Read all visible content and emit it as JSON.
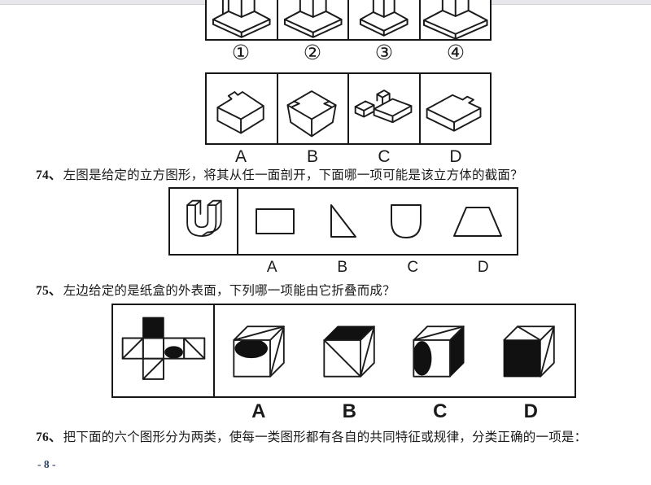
{
  "colors": {
    "ink": "#1a1a1a",
    "page_number": "#2e4468",
    "top_edge": "#e7e7eb"
  },
  "top_exercise": {
    "circled_labels": [
      "①",
      "②",
      "③",
      "④"
    ],
    "letter_labels": [
      "A",
      "B",
      "C",
      "D"
    ],
    "figures_cut_row": [
      "isometric-block-1",
      "isometric-block-2",
      "isometric-block-3",
      "isometric-block-4"
    ],
    "figures_answer_row": [
      "corner-block",
      "notched-cube",
      "flat-h-block",
      "flat-slab-notch"
    ]
  },
  "q74": {
    "number": "74、",
    "text": "左图是给定的立方图形，将其从任一面剖开，下面哪一项可能是该立方体的截面？",
    "letters": [
      "A",
      "B",
      "C",
      "D"
    ],
    "stem_figure": "u-channel-solid",
    "option_figures": [
      "rectangle",
      "right-triangle",
      "round-bottom-u",
      "trapezoid"
    ]
  },
  "q75": {
    "number": "75、",
    "text": "左边给定的是纸盒的外表面，下列哪一项能由它折叠而成？",
    "letters": [
      "A",
      "B",
      "C",
      "D"
    ],
    "stem_figure": "unfolded-box-net",
    "option_figures": [
      "cube-ellipse-front",
      "cube-black-top",
      "cube-black-right",
      "cube-black-front"
    ]
  },
  "q76": {
    "number": "76、",
    "text": "把下面的六个图形分为两类，使每一类图形都有各自的共同特征或规律，分类正确的一项是："
  },
  "footer": {
    "page_number": "- 8 -"
  }
}
